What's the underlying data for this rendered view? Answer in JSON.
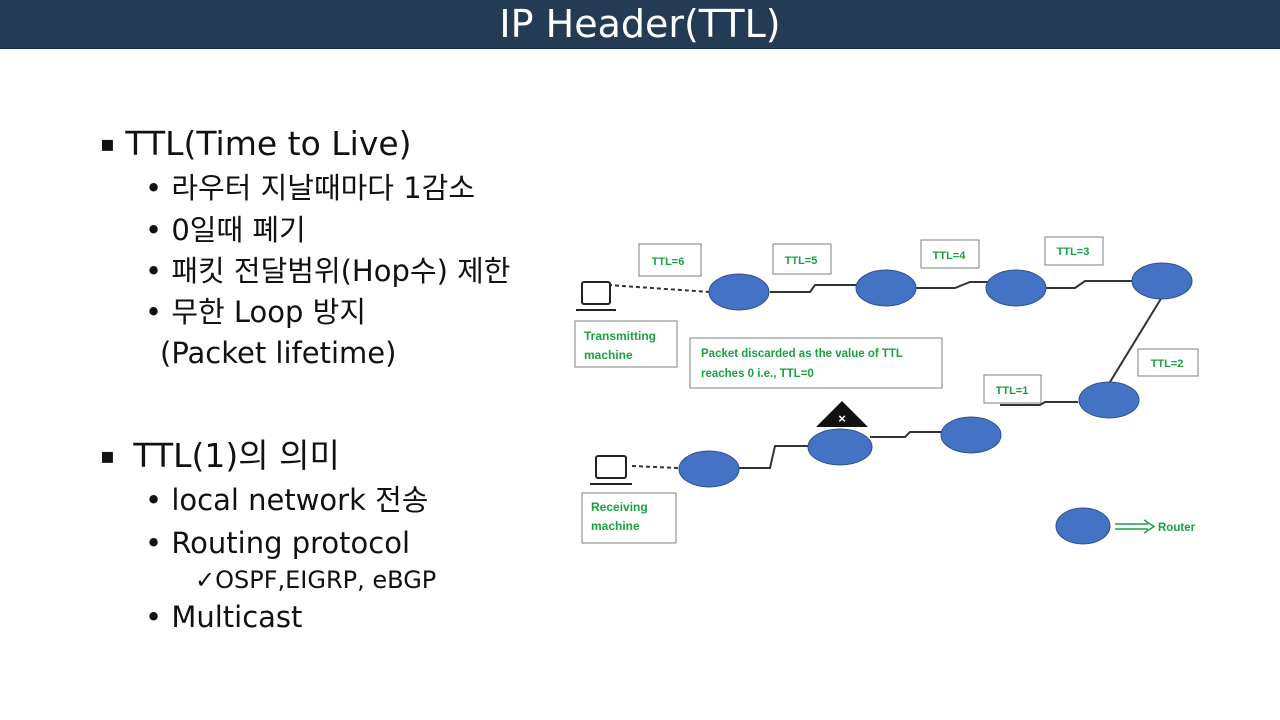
{
  "title": "IP Header(TTL)",
  "left": {
    "sec1": {
      "bullet": "▪",
      "text": "TTL(Time to Live)"
    },
    "sec1_items": [
      "• 라우터 지날때마다 1감소",
      "• 0일때 폐기",
      "• 패킷 전달범위(Hop수) 제한",
      "• 무한 Loop 방지"
    ],
    "sec1_cont": "(Packet lifetime)",
    "sec2": {
      "bullet": "▪",
      "text": "TTL(1)의 의미"
    },
    "sec2_items": [
      "• local network 전송",
      "• Routing protocol"
    ],
    "sec2_sub": "✓OSPF,EIGRP, eBGP",
    "sec2_last": "• Multicast"
  },
  "diagram": {
    "colors": {
      "router": "#4472c4",
      "label_text": "#1aa040",
      "box_border": "#7f7f7f",
      "arrow": "#1aa040"
    },
    "icons": {
      "computer": "laptop-icon",
      "discard": "warning-x-icon"
    },
    "ttl": [
      "TTL=6",
      "TTL=5",
      "TTL=4",
      "TTL=3",
      "TTL=2",
      "TTL=1"
    ],
    "transmit_label": [
      "Transmitting",
      "machine"
    ],
    "receive_label": [
      "Receiving",
      "machine"
    ],
    "note": [
      "Packet discarded as the value of TTL",
      "reaches 0 i.e., TTL=0"
    ],
    "legend": "Router"
  }
}
